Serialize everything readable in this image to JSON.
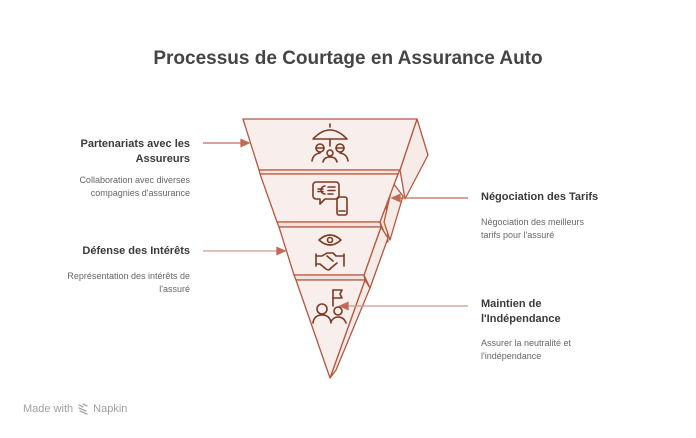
{
  "title": "Processus de Courtage en Assurance Auto",
  "colors": {
    "stroke": "#b5573f",
    "fill": "#f8eeeb",
    "icon": "#7a3b22",
    "connector": "#d09a8c",
    "title": "#454545"
  },
  "steps": [
    {
      "label_line1": "Partenariats avec les",
      "label_line2": "Assureurs",
      "desc_line1": "Collaboration avec diverses",
      "desc_line2": "compagnies d'assurance",
      "icon": "umbrella-people-icon",
      "side": "left"
    },
    {
      "label_line1": "Négociation des Tarifs",
      "desc_line1": "Négociation des meilleurs",
      "desc_line2": "tarifs pour l'assuré",
      "icon": "euro-chat-phone-icon",
      "side": "right"
    },
    {
      "label_line1": "Défense des Intérêts",
      "desc_line1": "Représentation des intérêts de",
      "desc_line2": "l'assuré",
      "icon": "eye-handshake-icon",
      "side": "left"
    },
    {
      "label_line1": "Maintien de",
      "label_line2": "l'Indépendance",
      "desc_line1": "Assurer la neutralité et",
      "desc_line2": "l'indépendance",
      "icon": "people-flag-icon",
      "side": "right"
    }
  ],
  "footer": {
    "made_with": "Made with",
    "brand": "Napkin",
    "icon": "napkin-logo-icon"
  }
}
